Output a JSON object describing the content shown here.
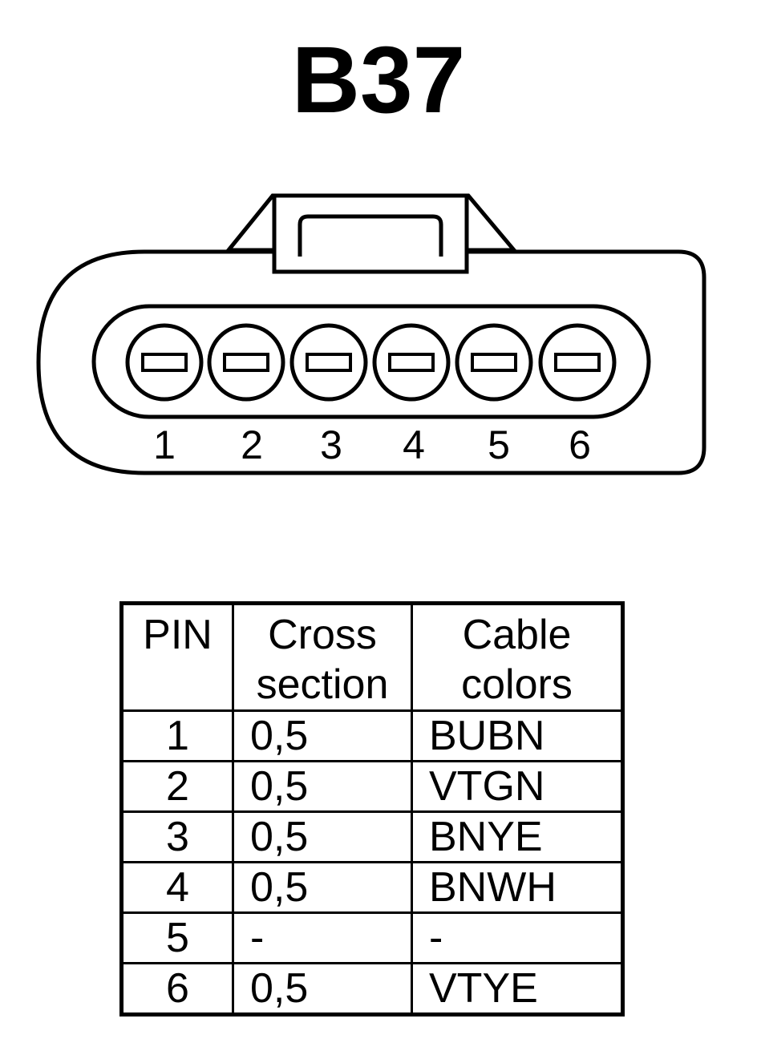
{
  "title": "B37",
  "connector": {
    "pin_labels": [
      "1",
      "2",
      "3",
      "4",
      "5",
      "6"
    ]
  },
  "table": {
    "headers": {
      "pin": "PIN",
      "cross_section": [
        "Cross",
        "section"
      ],
      "cable_colors": [
        "Cable",
        "colors"
      ]
    },
    "rows": [
      {
        "pin": "1",
        "cross_section": "0,5",
        "cable_color": "BUBN"
      },
      {
        "pin": "2",
        "cross_section": "0,5",
        "cable_color": "VTGN"
      },
      {
        "pin": "3",
        "cross_section": "0,5",
        "cable_color": "BNYE"
      },
      {
        "pin": "4",
        "cross_section": "0,5",
        "cable_color": "BNWH"
      },
      {
        "pin": "5",
        "cross_section": "-",
        "cable_color": "-"
      },
      {
        "pin": "6",
        "cross_section": "0,5",
        "cable_color": "VTYE"
      }
    ]
  }
}
